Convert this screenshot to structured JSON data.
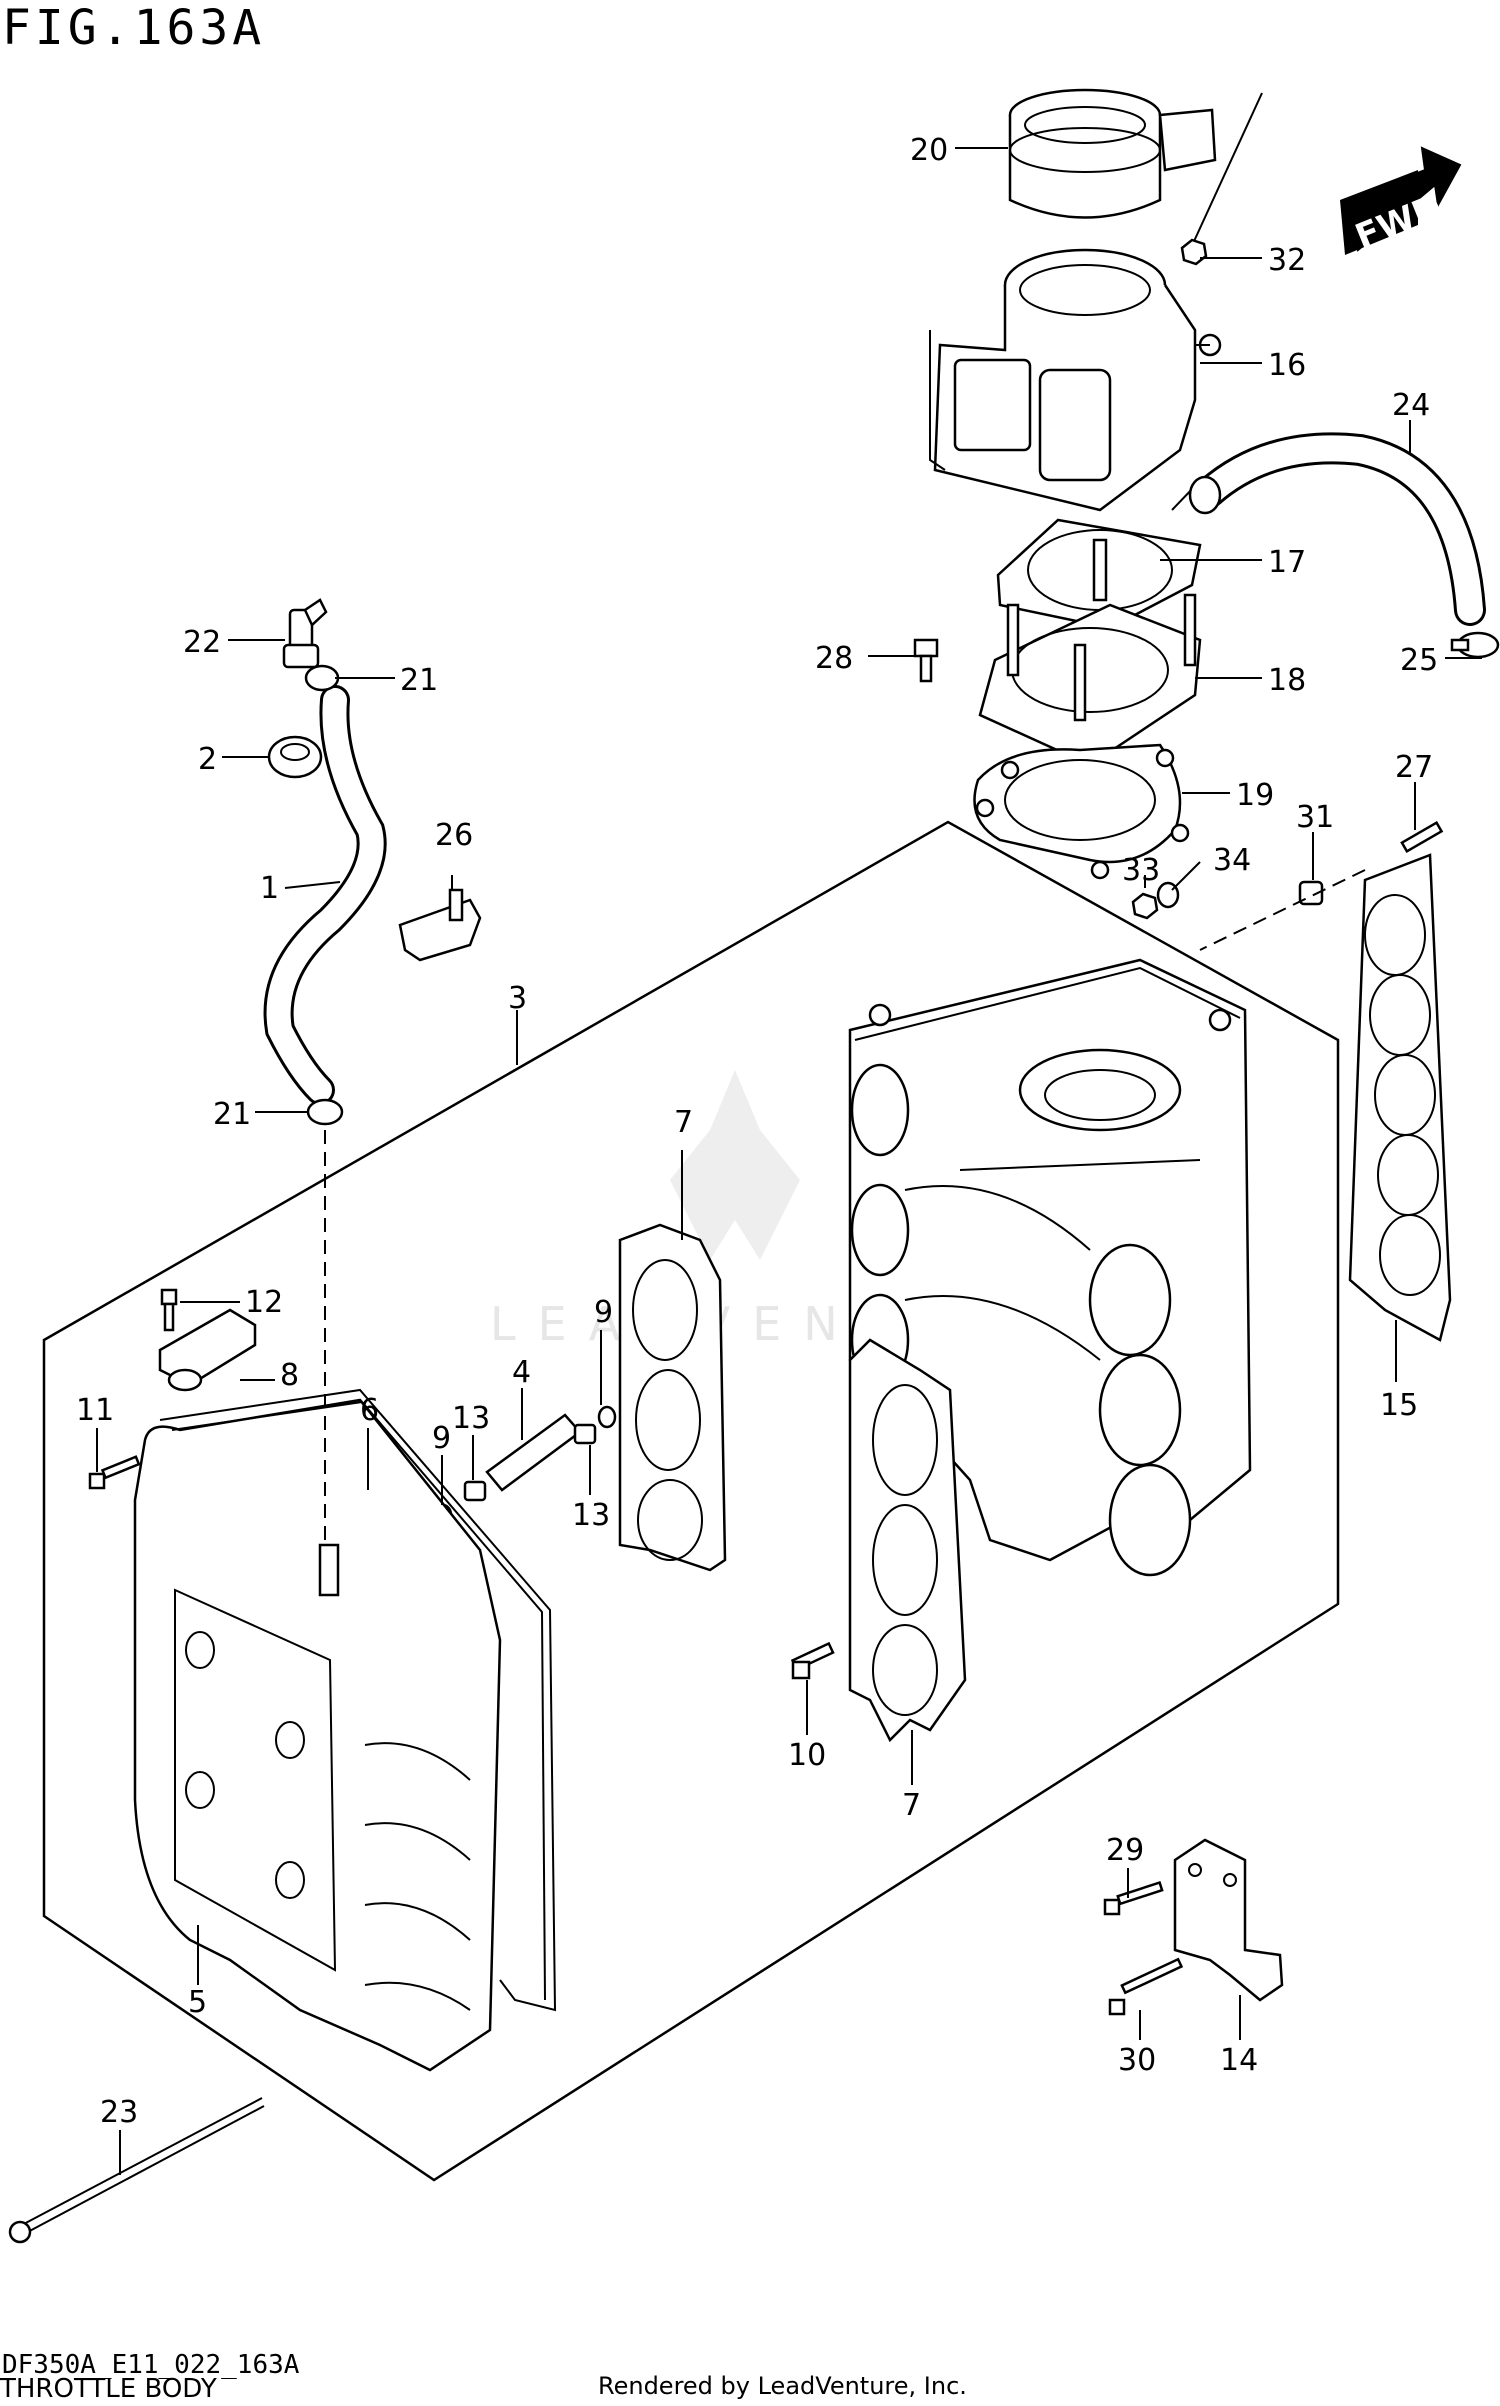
{
  "figure": {
    "title": "FIG.163A",
    "diagram_code": "DF350A_E11_022_163A",
    "section_title": "THROTTLE BODY",
    "rendered_by": "Rendered by LeadVenture, Inc.",
    "watermark": "LEADVENTURE",
    "direction_label": "FWD"
  },
  "callouts": [
    {
      "id": "c1",
      "label": "1"
    },
    {
      "id": "c2",
      "label": "2"
    },
    {
      "id": "c3",
      "label": "3"
    },
    {
      "id": "c4",
      "label": "4"
    },
    {
      "id": "c5",
      "label": "5"
    },
    {
      "id": "c6",
      "label": "6"
    },
    {
      "id": "c7a",
      "label": "7"
    },
    {
      "id": "c7b",
      "label": "7"
    },
    {
      "id": "c8",
      "label": "8"
    },
    {
      "id": "c9a",
      "label": "9"
    },
    {
      "id": "c9b",
      "label": "9"
    },
    {
      "id": "c10",
      "label": "10"
    },
    {
      "id": "c11",
      "label": "11"
    },
    {
      "id": "c12",
      "label": "12"
    },
    {
      "id": "c13a",
      "label": "13"
    },
    {
      "id": "c13b",
      "label": "13"
    },
    {
      "id": "c14",
      "label": "14"
    },
    {
      "id": "c15",
      "label": "15"
    },
    {
      "id": "c16",
      "label": "16"
    },
    {
      "id": "c17",
      "label": "17"
    },
    {
      "id": "c18",
      "label": "18"
    },
    {
      "id": "c19",
      "label": "19"
    },
    {
      "id": "c20",
      "label": "20"
    },
    {
      "id": "c21a",
      "label": "21"
    },
    {
      "id": "c21b",
      "label": "21"
    },
    {
      "id": "c22",
      "label": "22"
    },
    {
      "id": "c23",
      "label": "23"
    },
    {
      "id": "c24",
      "label": "24"
    },
    {
      "id": "c25",
      "label": "25"
    },
    {
      "id": "c26",
      "label": "26"
    },
    {
      "id": "c27",
      "label": "27"
    },
    {
      "id": "c28",
      "label": "28"
    },
    {
      "id": "c29",
      "label": "29"
    },
    {
      "id": "c30",
      "label": "30"
    },
    {
      "id": "c31",
      "label": "31"
    },
    {
      "id": "c32",
      "label": "32"
    },
    {
      "id": "c33",
      "label": "33"
    },
    {
      "id": "c34",
      "label": "34"
    }
  ]
}
